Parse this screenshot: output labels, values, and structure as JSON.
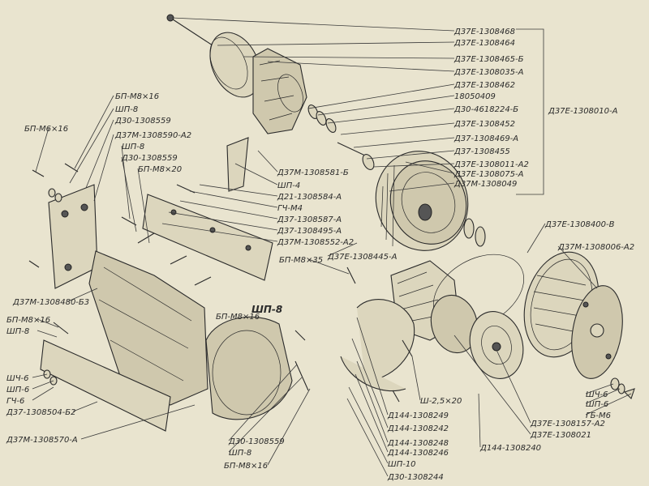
{
  "diagram": {
    "group_labels": {
      "top_group": "Д37Е-1308010-А",
      "fan_assembly": "Д37Е-1308400-В",
      "cover": "Д37М-1308006-А2"
    },
    "right_labels": [
      "Д37Е-1308468",
      "Д37Е-1308464",
      "Д37Е-1308465-Б",
      "Д37Е-1308035-А",
      "Д37Е-1308462",
      "18050409",
      "Д30-4618224-Б",
      "Д37Е-1308452",
      "Д37-1308469-А",
      "Д37-1308455",
      "Д37Е-1308011-А2",
      "Д37Е-1308075-А",
      "Д37М-1308049"
    ],
    "left_labels": [
      "БП-М6×16",
      "БП-М8×16",
      "ШП-8",
      "Д30-1308559",
      "Д37М-1308590-А2",
      "ШП-8",
      "Д30-1308559",
      "БП-М8×20",
      "Д37М-1308480-Б3",
      "БП-М8×16",
      "ШП-8",
      "ШЧ-6",
      "ШП-6",
      "ГЧ-6",
      "Д37-1308504-Б2",
      "Д37М-1308570-А"
    ],
    "middle_labels": [
      "Д37М-1308581-Б",
      "ШП-4",
      "Д21-1308584-А",
      "ГЧ-М4",
      "Д37-1308587-А",
      "Д37-1308495-А",
      "Д37М-1308552-А2",
      "Д37Е-1308445-А",
      "БП-М8×35",
      "ШП-8",
      "БП-М8×16"
    ],
    "bottom_labels": [
      "Ш-2,5×20",
      "Д144-1308249",
      "Д144-1308242",
      "Д144-1308248",
      "Д144-1308246",
      "ШП-10",
      "Д30-1308244",
      "Д30-1308559",
      "ШП-8",
      "БП-М8×16",
      "Д144-1308240",
      "Д37Е-1308157-А2",
      "Д37Е-1308021"
    ],
    "fastener_labels": [
      "ШЧ-6",
      "ШП-6",
      "ГБ-М6"
    ]
  }
}
